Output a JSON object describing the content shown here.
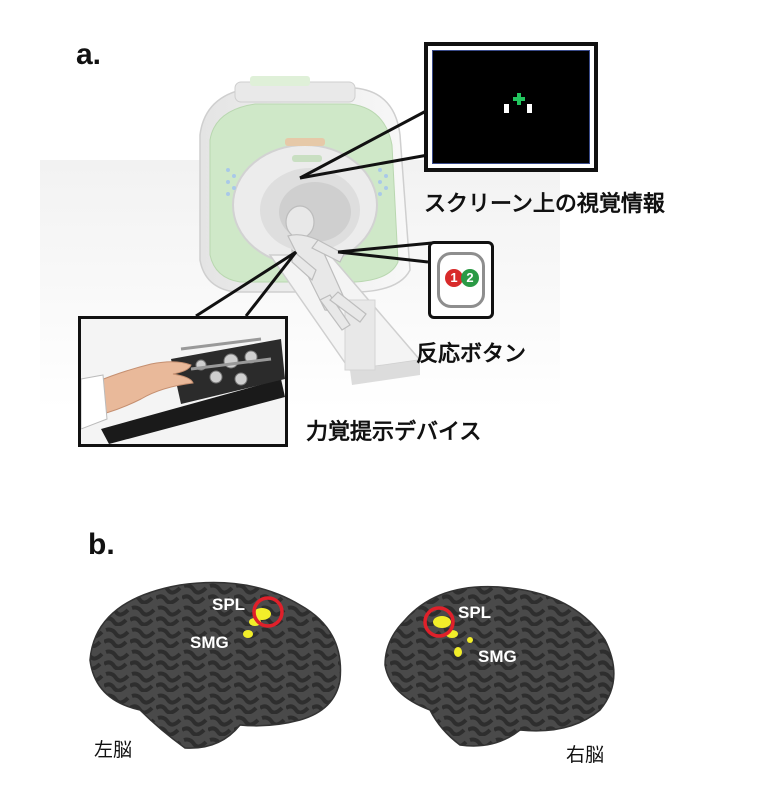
{
  "panel_a": {
    "label": "a.",
    "screen_caption": "スクリーン上の視覚情報",
    "button_caption": "反応ボタン",
    "device_caption": "力覚提示デバイス",
    "button_numbers": [
      "1",
      "2"
    ]
  },
  "panel_b": {
    "label": "b.",
    "left_brain": {
      "caption": "左脳",
      "regions": [
        "SPL",
        "SMG"
      ]
    },
    "right_brain": {
      "caption": "右脳",
      "regions": [
        "SPL",
        "SMG"
      ]
    }
  },
  "colors": {
    "mri_green": "#cfe8c8",
    "activation": "#f2ee2a",
    "roi_circle": "#e0202a",
    "button_red": "#d82a2a",
    "button_green": "#2a9a45",
    "fixation_green": "#22c55e"
  }
}
